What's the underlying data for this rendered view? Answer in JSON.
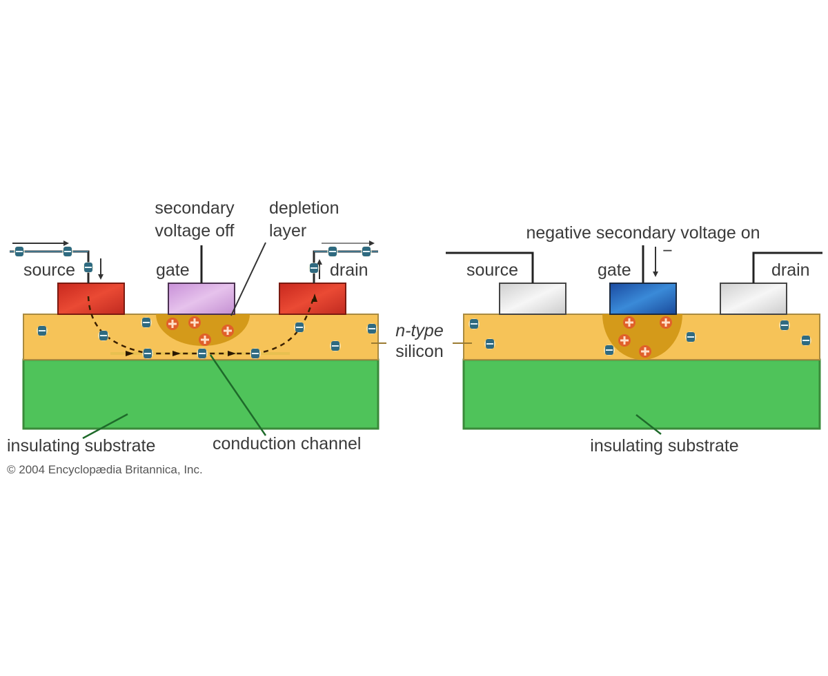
{
  "colors": {
    "silicon": "#f6c358",
    "silicon_border": "#a98a40",
    "substrate": "#4fc35a",
    "substrate_border": "#3a8a3a",
    "depletion": "#d49a1a",
    "electrode_red": "#d8362a",
    "gate_purple": "#d2a0dc",
    "gate_blue": "#2a62b8",
    "electrode_grey": "#e4e4e4",
    "electron": "#2f6a80",
    "hole": "#e0602a",
    "wire": "#222222",
    "pointer_green": "#1e6a2a"
  },
  "left_panel": {
    "title": "secondary voltage off",
    "labels": {
      "secondary_line1": "secondary",
      "secondary_line2": "voltage off",
      "depletion_line1": "depletion",
      "depletion_line2": "layer",
      "source": "source",
      "gate": "gate",
      "drain": "drain",
      "substrate": "insulating substrate",
      "channel": "conduction channel"
    }
  },
  "shared": {
    "ntype_line1": "n-type",
    "ntype_line2": "silicon"
  },
  "right_panel": {
    "labels": {
      "title": "negative secondary voltage on",
      "source": "source",
      "gate": "gate",
      "drain": "drain",
      "minus": "−",
      "substrate": "insulating substrate"
    }
  },
  "copyright": "© 2004 Encyclopædia Britannica, Inc."
}
